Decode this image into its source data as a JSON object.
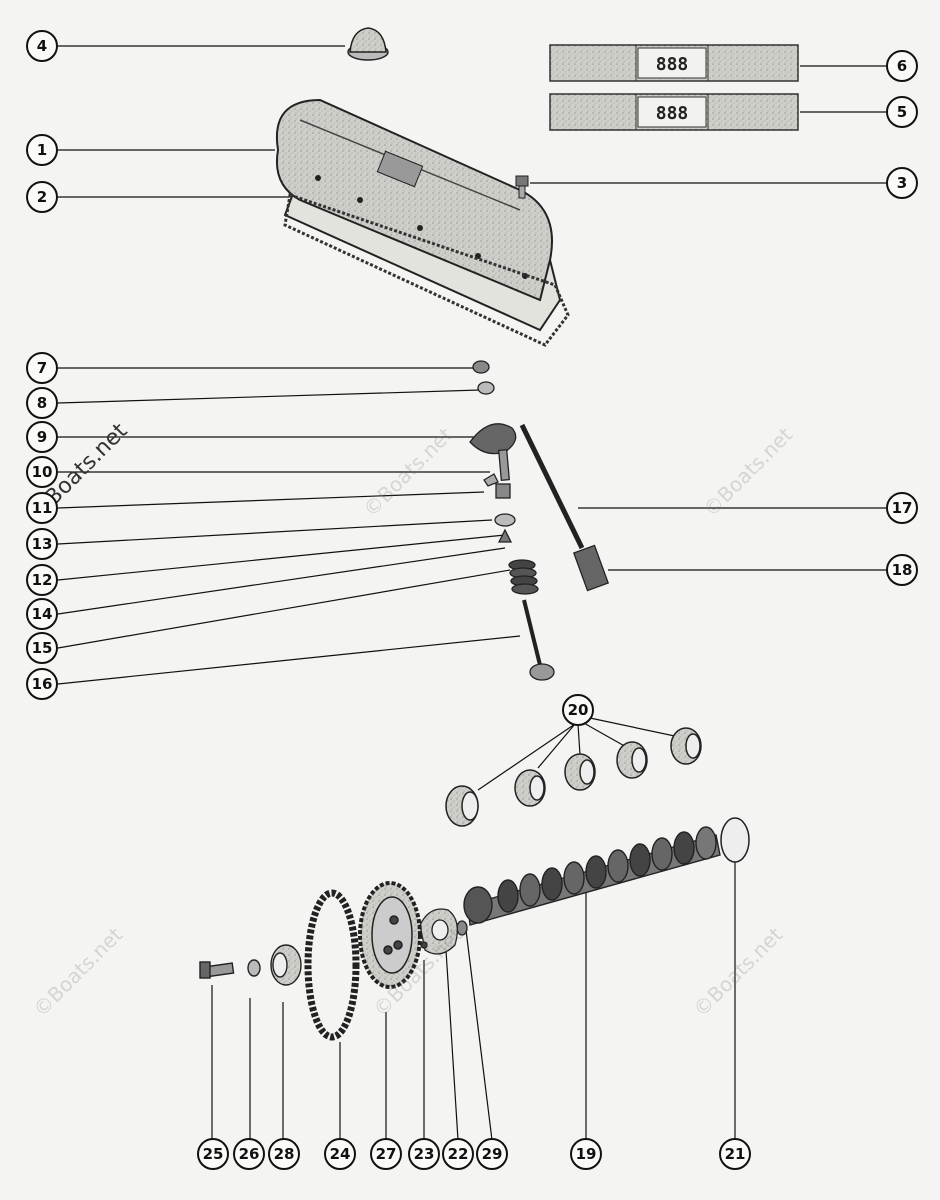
{
  "watermark": "©Boats.net",
  "colors": {
    "line": "#111111",
    "part_fill": "#d8d8d4",
    "part_dark": "#555555",
    "paper": "#f4f4f2"
  },
  "badges": [
    {
      "callout": "6",
      "code": "888"
    },
    {
      "callout": "5",
      "code": "888"
    }
  ],
  "callouts": [
    "1",
    "2",
    "3",
    "4",
    "5",
    "6",
    "7",
    "8",
    "9",
    "10",
    "11",
    "12",
    "13",
    "14",
    "15",
    "16",
    "17",
    "18",
    "19",
    "20",
    "21",
    "22",
    "23",
    "24",
    "25",
    "26",
    "27",
    "28",
    "29"
  ]
}
